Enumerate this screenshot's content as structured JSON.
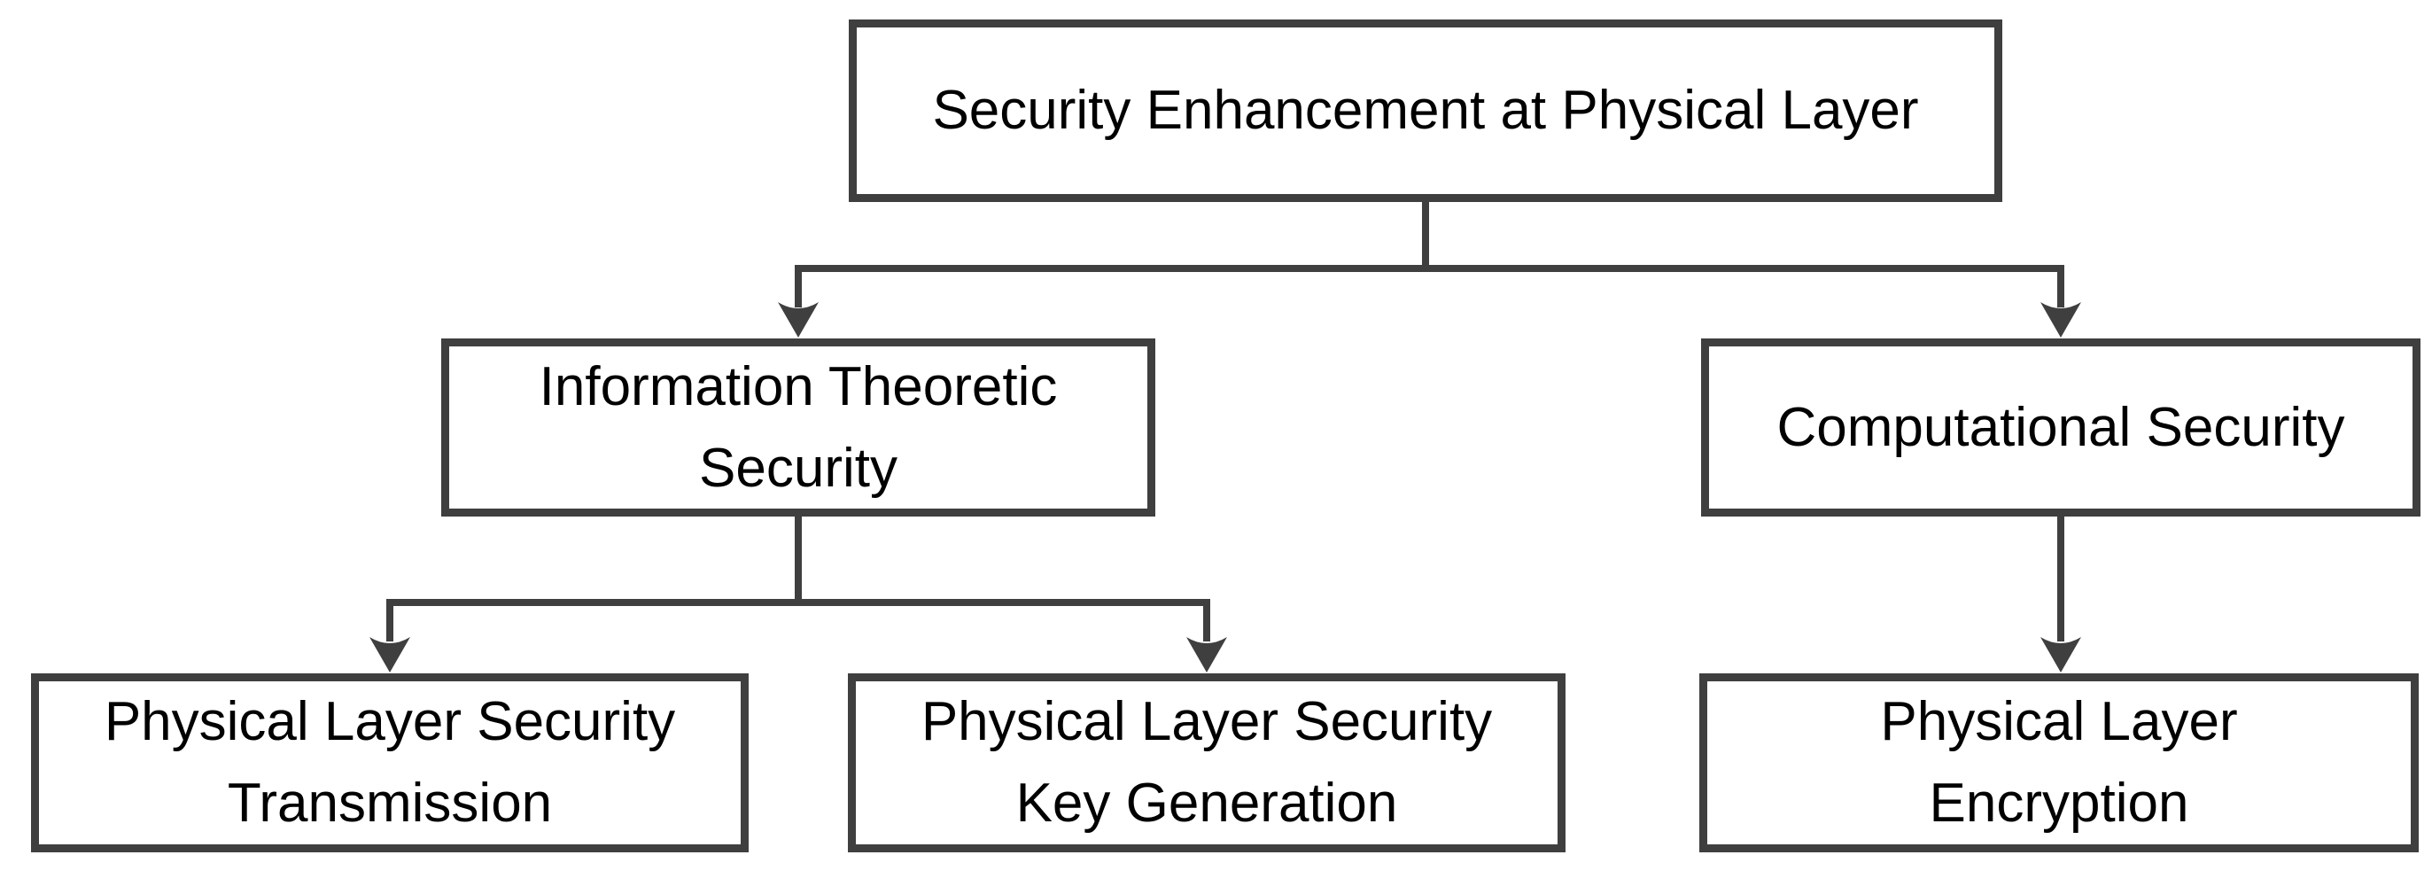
{
  "colors": {
    "background": "#ffffff",
    "line": "#3f3f3f",
    "box_border": "#3f3f3f",
    "text": "#000000"
  },
  "diagram": {
    "type": "flowchart",
    "nodes": [
      {
        "id": "security-enhancement",
        "level": 0,
        "label": "Security Enhancement at Physical Layer",
        "lines": [
          "Security Enhancement at Physical Layer"
        ]
      },
      {
        "id": "information-theoretic-security",
        "level": 1,
        "label": "Information Theoretic Security",
        "lines": [
          "Information Theoretic",
          "Security"
        ]
      },
      {
        "id": "computational-security",
        "level": 1,
        "label": "Computational Security",
        "lines": [
          "Computational Security"
        ]
      },
      {
        "id": "physical-layer-security-transmission",
        "level": 2,
        "label": "Physical Layer Security Transmission",
        "lines": [
          "Physical Layer Security",
          "Transmission"
        ]
      },
      {
        "id": "physical-layer-security-key-generation",
        "level": 2,
        "label": "Physical Layer Security Key Generation",
        "lines": [
          "Physical Layer Security",
          "Key Generation"
        ]
      },
      {
        "id": "physical-layer-encryption",
        "level": 2,
        "label": "Physical Layer Encryption",
        "lines": [
          "Physical Layer",
          "Encryption"
        ]
      }
    ],
    "edges": [
      {
        "from": "security-enhancement",
        "to": "information-theoretic-security"
      },
      {
        "from": "security-enhancement",
        "to": "computational-security"
      },
      {
        "from": "information-theoretic-security",
        "to": "physical-layer-security-transmission"
      },
      {
        "from": "information-theoretic-security",
        "to": "physical-layer-security-key-generation"
      },
      {
        "from": "computational-security",
        "to": "physical-layer-encryption"
      }
    ]
  }
}
